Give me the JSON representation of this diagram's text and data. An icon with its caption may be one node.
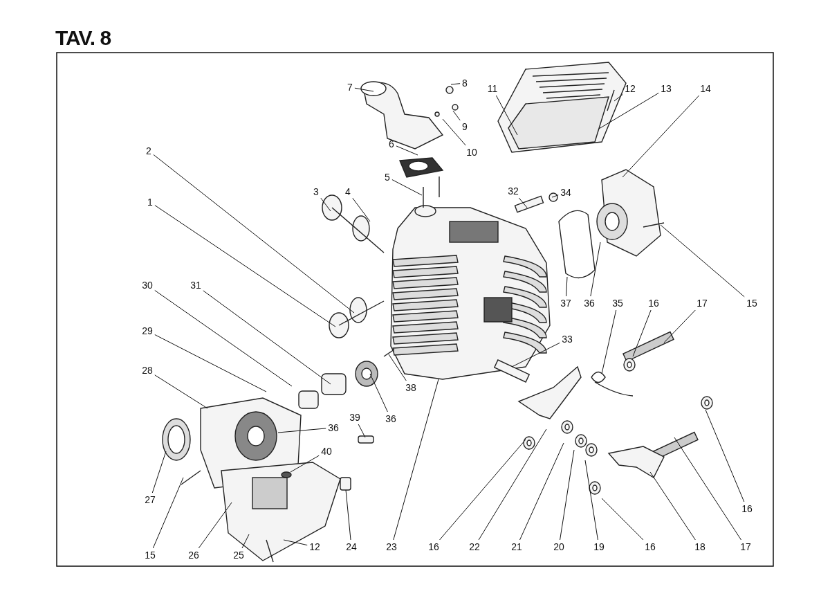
{
  "diagram": {
    "title": "TAV. 8",
    "nodes": [
      {
        "text": [
          "7"
        ]
      },
      {
        "text": [
          "8"
        ]
      },
      {
        "text": [
          "11"
        ]
      },
      {
        "text": [
          "12"
        ]
      },
      {
        "text": [
          "13"
        ]
      },
      {
        "text": [
          "14"
        ]
      },
      {
        "text": [
          "9"
        ]
      },
      {
        "text": [
          "6"
        ]
      },
      {
        "text": [
          "2"
        ]
      },
      {
        "text": [
          "10"
        ]
      },
      {
        "text": [
          "5"
        ]
      },
      {
        "text": [
          "3"
        ]
      },
      {
        "text": [
          "4"
        ]
      },
      {
        "text": [
          "32"
        ]
      },
      {
        "text": [
          "34"
        ]
      },
      {
        "text": [
          "1"
        ]
      },
      {
        "text": [
          "30"
        ]
      },
      {
        "text": [
          "31"
        ]
      },
      {
        "text": [
          "37"
        ]
      },
      {
        "text": [
          "36"
        ]
      },
      {
        "text": [
          "35"
        ]
      },
      {
        "text": [
          "16"
        ]
      },
      {
        "text": [
          "17"
        ]
      },
      {
        "text": [
          "15"
        ]
      },
      {
        "text": [
          "29"
        ]
      },
      {
        "text": [
          "33"
        ]
      },
      {
        "text": [
          "28"
        ]
      },
      {
        "text": [
          "38"
        ]
      },
      {
        "text": [
          "36"
        ]
      },
      {
        "text": [
          "39"
        ]
      },
      {
        "text": [
          "36"
        ]
      },
      {
        "text": [
          "40"
        ]
      },
      {
        "text": [
          "27"
        ]
      },
      {
        "text": [
          "16"
        ]
      },
      {
        "text": [
          "15"
        ]
      },
      {
        "text": [
          "26"
        ]
      },
      {
        "text": [
          "25"
        ]
      },
      {
        "text": [
          "12"
        ]
      },
      {
        "text": [
          "24"
        ]
      },
      {
        "text": [
          "23"
        ]
      },
      {
        "text": [
          "16"
        ]
      },
      {
        "text": [
          "22"
        ]
      },
      {
        "text": [
          "21"
        ]
      },
      {
        "text": [
          "20"
        ]
      },
      {
        "text": [
          "19"
        ]
      },
      {
        "text": [
          "16"
        ]
      },
      {
        "text": [
          "18"
        ]
      },
      {
        "text": [
          "17"
        ]
      }
    ],
    "edges": [
      {
        "from": 0,
        "to": null,
        "arrow": "none"
      },
      {
        "from": 1,
        "to": null,
        "arrow": "none"
      },
      {
        "from": 2,
        "to": null,
        "arrow": "none"
      },
      {
        "from": 3,
        "to": null,
        "arrow": "none"
      },
      {
        "from": 4,
        "to": null,
        "arrow": "none"
      },
      {
        "from": 5,
        "to": null,
        "arrow": "none"
      },
      {
        "from": 6,
        "to": null,
        "arrow": "none"
      },
      {
        "from": 7,
        "to": null,
        "arrow": "none"
      },
      {
        "from": 8,
        "to": null,
        "arrow": "none"
      },
      {
        "from": 9,
        "to": null,
        "arrow": "none"
      },
      {
        "from": 10,
        "to": null,
        "arrow": "none"
      },
      {
        "from": 11,
        "to": null,
        "arrow": "none"
      },
      {
        "from": 12,
        "to": null,
        "arrow": "none"
      },
      {
        "from": 13,
        "to": null,
        "arrow": "none"
      },
      {
        "from": 14,
        "to": null,
        "arrow": "none"
      },
      {
        "from": 15,
        "to": null,
        "arrow": "none"
      },
      {
        "from": 16,
        "to": null,
        "arrow": "none"
      },
      {
        "from": 17,
        "to": null,
        "arrow": "none"
      },
      {
        "from": 18,
        "to": null,
        "arrow": "none"
      },
      {
        "from": 19,
        "to": null,
        "arrow": "none"
      },
      {
        "from": 20,
        "to": null,
        "arrow": "none"
      },
      {
        "from": 21,
        "to": null,
        "arrow": "none"
      },
      {
        "from": 22,
        "to": null,
        "arrow": "none"
      },
      {
        "from": 23,
        "to": null,
        "arrow": "none"
      },
      {
        "from": 24,
        "to": null,
        "arrow": "none"
      },
      {
        "from": 25,
        "to": null,
        "arrow": "none"
      },
      {
        "from": 26,
        "to": null,
        "arrow": "none"
      },
      {
        "from": 27,
        "to": null,
        "arrow": "none"
      },
      {
        "from": 28,
        "to": null,
        "arrow": "none"
      },
      {
        "from": 29,
        "to": null,
        "arrow": "none"
      },
      {
        "from": 30,
        "to": null,
        "arrow": "none"
      },
      {
        "from": 31,
        "to": null,
        "arrow": "none"
      },
      {
        "from": 32,
        "to": null,
        "arrow": "none"
      },
      {
        "from": 33,
        "to": null,
        "arrow": "none"
      },
      {
        "from": 34,
        "to": null,
        "arrow": "none"
      },
      {
        "from": 35,
        "to": null,
        "arrow": "none"
      },
      {
        "from": 36,
        "to": null,
        "arrow": "none"
      },
      {
        "from": 37,
        "to": null,
        "arrow": "none"
      },
      {
        "from": 38,
        "to": null,
        "arrow": "none"
      },
      {
        "from": 39,
        "to": null,
        "arrow": "none"
      },
      {
        "from": 40,
        "to": null,
        "arrow": "none"
      },
      {
        "from": 41,
        "to": null,
        "arrow": "none"
      },
      {
        "from": 42,
        "to": null,
        "arrow": "none"
      },
      {
        "from": 43,
        "to": null,
        "arrow": "none"
      },
      {
        "from": 44,
        "to": null,
        "arrow": "none"
      },
      {
        "from": 45,
        "to": null,
        "arrow": "none"
      },
      {
        "from": 46,
        "to": null,
        "arrow": "none"
      },
      {
        "from": 47,
        "to": null,
        "arrow": "none"
      }
    ]
  }
}
